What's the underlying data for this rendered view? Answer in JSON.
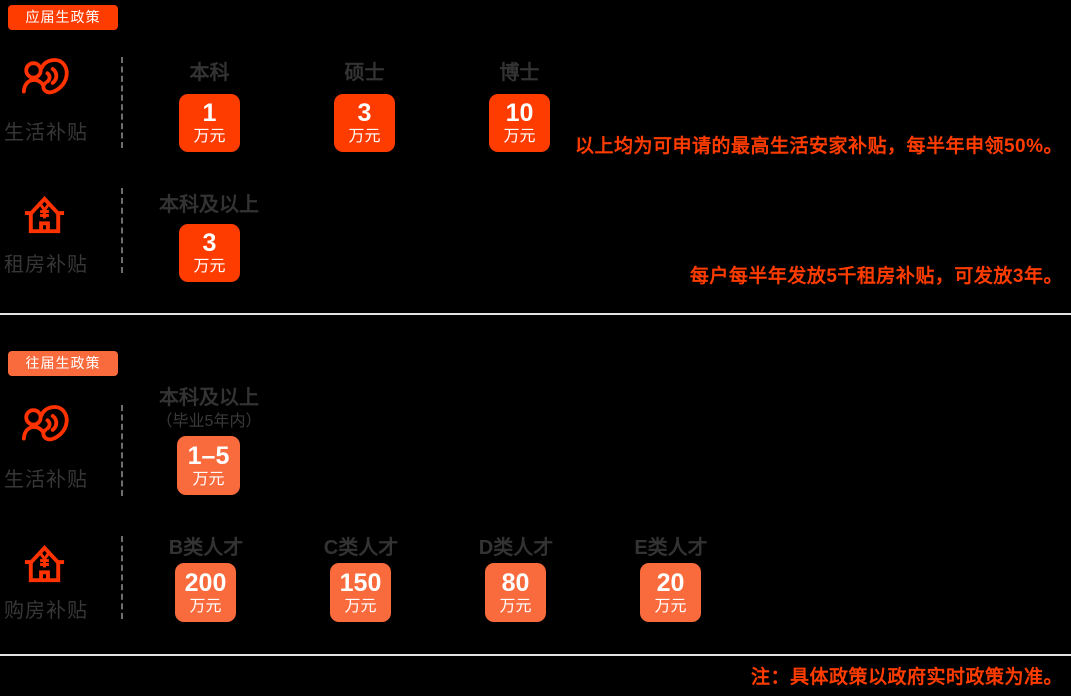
{
  "colors": {
    "background": "#000000",
    "accent_fresh": "#ff3c00",
    "accent_previous": "#f96a3d",
    "icon_stroke": "#ff3200",
    "dark_text": "#373737",
    "note_text": "#ff3c00",
    "divider": "#e2e2e2",
    "dash": "#6e6e6e"
  },
  "icons": {
    "living": "care-people-icon",
    "housing": "house-yuan-icon"
  },
  "fresh": {
    "badge": "应届生政策",
    "living": {
      "label": "生活补贴",
      "columns": [
        {
          "header": "本科",
          "value": "1",
          "unit": "万元"
        },
        {
          "header": "硕士",
          "value": "3",
          "unit": "万元"
        },
        {
          "header": "博士",
          "value": "10",
          "unit": "万元"
        }
      ],
      "note": "以上均为可申请的最高生活安家补贴，每半年申领50%。"
    },
    "rent": {
      "label": "租房补贴",
      "columns": [
        {
          "header": "本科及以上",
          "value": "3",
          "unit": "万元"
        }
      ],
      "note": "每户每半年发放5千租房补贴，可发放3年。"
    }
  },
  "previous": {
    "badge": "往届生政策",
    "living": {
      "label": "生活补贴",
      "columns": [
        {
          "header": "本科及以上",
          "subheader": "（毕业5年内）",
          "value": "1–5",
          "unit": "万元"
        }
      ]
    },
    "purchase": {
      "label": "购房补贴",
      "columns": [
        {
          "header": "B类人才",
          "value": "200",
          "unit": "万元"
        },
        {
          "header": "C类人才",
          "value": "150",
          "unit": "万元"
        },
        {
          "header": "D类人才",
          "value": "80",
          "unit": "万元"
        },
        {
          "header": "E类人才",
          "value": "20",
          "unit": "万元"
        }
      ]
    }
  },
  "footer": {
    "note": "注：具体政策以政府实时政策为准。"
  }
}
